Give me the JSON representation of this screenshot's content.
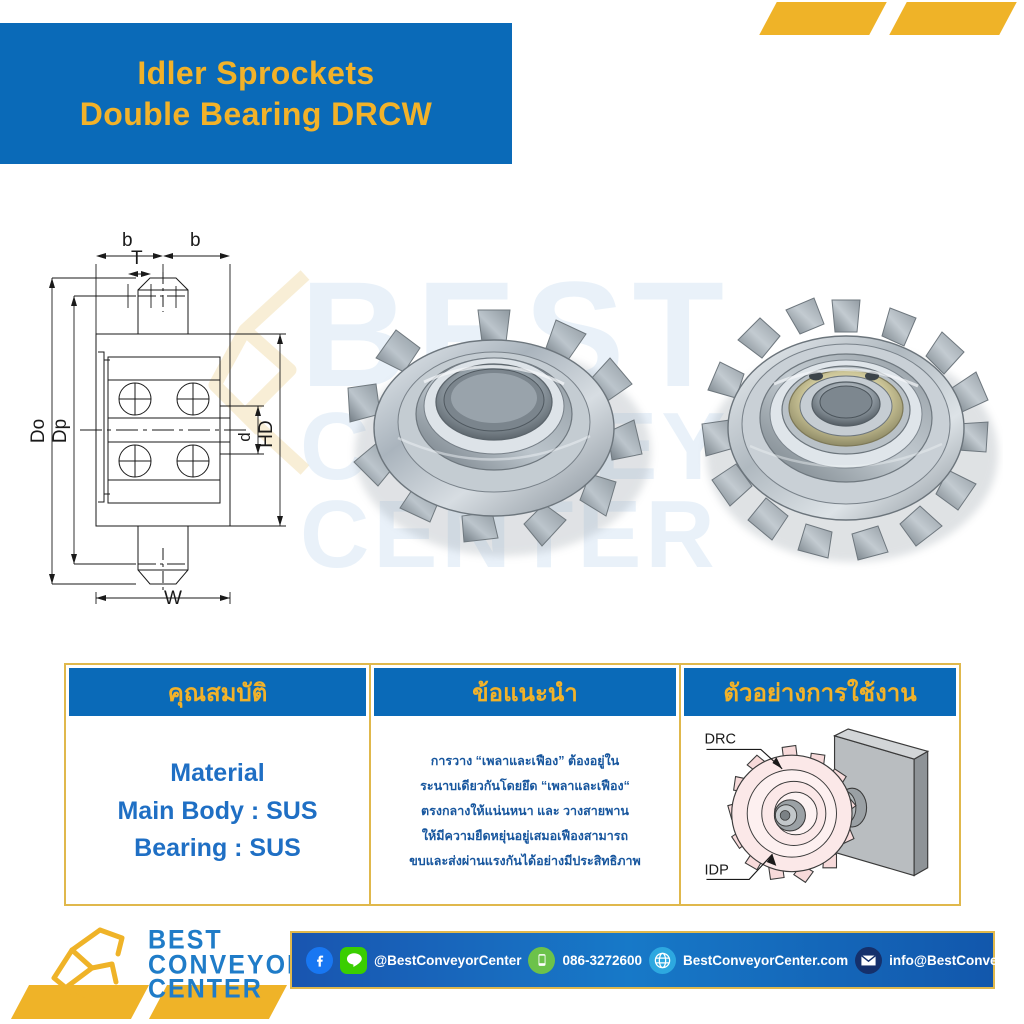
{
  "header": {
    "title_line1": "Idler Sprockets",
    "title_line2": "Double Bearing DRCW",
    "bg_color": "#0A6AB8",
    "text_color": "#F2B229"
  },
  "watermark": {
    "line1": "BEST",
    "line2": "CONVEYOR",
    "line3": "CENTER"
  },
  "drawing": {
    "labels": {
      "b_left": "b",
      "b_right": "b",
      "t": "T",
      "do": "Do",
      "dp": "Dp",
      "d": "d",
      "hd": "HD",
      "w": "W"
    }
  },
  "photos": {
    "left_alt": "idler-sprocket-single-view",
    "right_alt": "idler-sprocket-double-bearing-view"
  },
  "table": {
    "headers": [
      "คุณสมบัติ",
      "ข้อแนะนำ",
      "ตัวอย่างการใช้งาน"
    ],
    "spec": {
      "line1": "Material",
      "line2": "Main Body : SUS",
      "line3": "Bearing : SUS"
    },
    "advice_lines": [
      "การวาง “เพลาและเฟือง” ต้องอยู่ใน",
      "ระนาบเดียวกันโดยยึด “เพลาและเฟือง“",
      "ตรงกลางให้แน่นหนา และ วางสายพาน",
      "ให้มีความยืดหยุ่นอยู่เสมอเฟืองสามารถ",
      "ขบและส่งผ่านแรงกันได้อย่างมีประสิทธิภาพ"
    ],
    "usage_labels": {
      "drc": "DRC",
      "idp": "IDP"
    },
    "border_color": "#E0B84C",
    "header_bg": "#0A6AB8",
    "header_text": "#F2B229",
    "spec_text_color": "#1F6FC4"
  },
  "footer": {
    "logo_line1": "BEST",
    "logo_line2": "CONVEYOR",
    "logo_line3": "CENTER",
    "contacts": [
      {
        "icon": "facebook-icon",
        "text": ""
      },
      {
        "icon": "line-icon",
        "text": "@BestConveyorCenter"
      },
      {
        "icon": "phone-icon",
        "text": "086-3272600"
      },
      {
        "icon": "globe-icon",
        "text": "BestConveyorCenter.com"
      },
      {
        "icon": "email-icon",
        "text": "info@BestConveyorCenter.com"
      }
    ]
  }
}
